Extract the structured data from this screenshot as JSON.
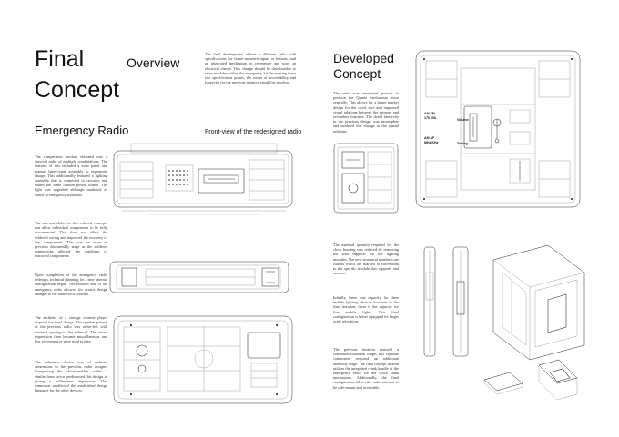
{
  "title_line1": "Final",
  "title_line2": "Concept",
  "overview_label": "Overview",
  "subtitle": "Emergency Radio",
  "front_view_caption": "Front-view of the redesigned radio",
  "developed_line1": "Developed",
  "developed_line2": "Concept",
  "overview_text": "The final development utilises a different radio with specifications for frame-mounted inputs or buttons, and an integrated mechanism to regenerate and store an electrical charge. This change should be distributable to other modules within the emergency kit. In meeting these two specification points, the issues of accessibility and longevity for the previous iteration should be resolved.",
  "left_col": [
    "The competition product obtained was a survival radio of multiple combinations. The features of this included a solar panel and manual hand-crank assembly to regenerate charge. This additionally featured a lighting assembly that is connected to circuitry and shares the same lithium power source. The light was upgraded although marketed as suited in emergency situations.",
    "The sub-assemblies in this reduced concepts that allow individual components to be fully disconnected. This does not affect the soldered wiring and improved the recovery of key components. This was an issue in previous disassembly stage as the soldered connections affected the condition of extracted components.",
    "Upon completion of the emergency radio redesign, technical planning for a new internal configuration began. The reduced size of the emergency radio allowed for drastic design changes to the table clock concept.",
    "The aesthetic of a vintage cassette player inspired the final design. The speaker pattern of the previous radio was offset-left with minimal spacing to the sidewall. The visual impression then became miscellaneous and less yet-extensive were used to play.",
    "The reference device was of reduced dimensions to the previous radio designs. Compacting the sub-assemblies within a similar form factor predisposed this design to giving a millennium impression. This somewhat unaffected the established design language for the other devices."
  ],
  "developed_text": "The radio was reoriented portrait to position the Quartz mechanism more centrally. This allows for a larger marker design for the clock face and improved visual relations between the primary and secondary function. The detail hierarchy in the previous design was incomplete and modeled this change to the spatial relations.",
  "right_col": [
    "The material quantity required for the clock housing was reduced by removing the wall supports for the lighting modules. The new structural members are islands which are marked to correspond to the specific module this supports and secures.",
    "Initially, there was capacity for three mobile lighting devices however in the final iteration, there is the capacity for five mobile lights. This final configuration is better equipped for larger scale relocation.",
    "The previous iteration featured a concealed rotational hinge; this separate component required an additional assembly stage. The final concept instead utilises the integrated crank handle of the emergency radio for the clock stand mechanism. Additionally, the final configuration allows the radio antenna to be side-mount and accessible."
  ],
  "dial": {
    "fm_label": "AM FM",
    "fm_nums": "170 106",
    "am_label": "AM AF",
    "am_nums": "MHz KHz",
    "volume": "Volume",
    "tuning": "Tuning"
  }
}
